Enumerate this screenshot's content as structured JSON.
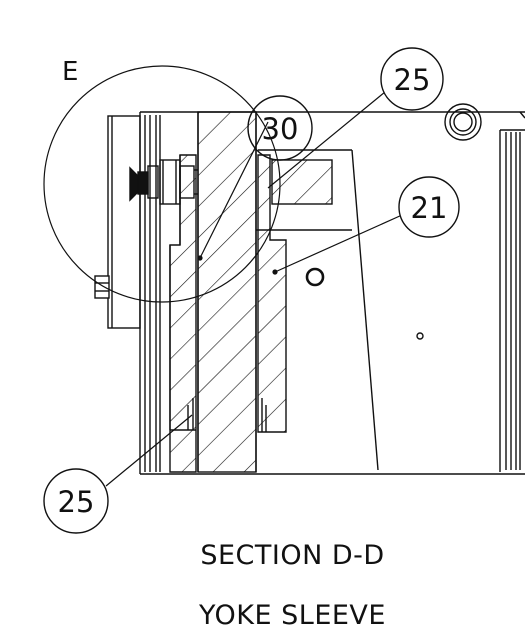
{
  "detail_label": "E",
  "balloons": [
    {
      "label": "25"
    },
    {
      "label": "30"
    },
    {
      "label": "21"
    },
    {
      "label": "25"
    }
  ],
  "section": {
    "title": "SECTION D-D",
    "subtitle": "YOKE SLEEVE"
  },
  "colors": {
    "line": "#111111",
    "background": "#ffffff"
  }
}
